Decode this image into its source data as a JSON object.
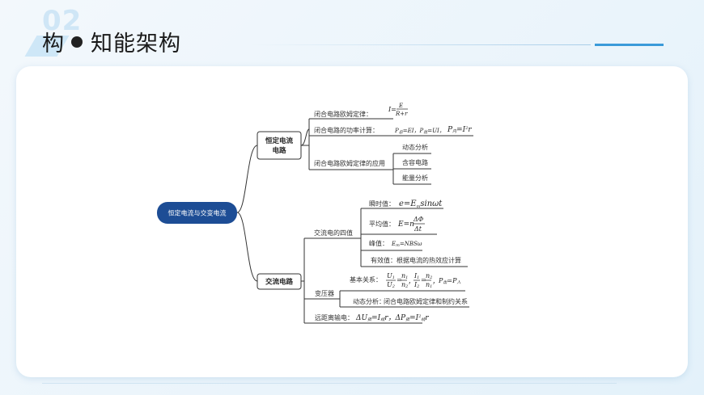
{
  "header": {
    "number": "02",
    "title_a": "构",
    "title_b": "知能架构"
  },
  "mindmap": {
    "root": "恒定电流与交变电流",
    "branch1": {
      "title_l1": "恒定电流",
      "title_l2": "电路",
      "item1": "闭合电路欧姆定律：",
      "item2": "闭合电路的功率计算：",
      "item3": "闭合电路欧姆定律的应用",
      "sub": [
        "动态分析",
        "含容电路",
        "能量分析"
      ]
    },
    "branch2": {
      "title": "交流电路",
      "four": "交流电的四值",
      "inst": "瞬时值：",
      "avg": "平均值：",
      "peak": "峰值：",
      "eff_label": "有效值：",
      "eff_text": "根据电流的热效应计算",
      "transformer": "变压器",
      "basic": "基本关系：",
      "dyn_label": "动态分析：",
      "dyn_text": "闭合电路欧姆定律和制约关系",
      "trans_line": "远距离输电："
    }
  }
}
